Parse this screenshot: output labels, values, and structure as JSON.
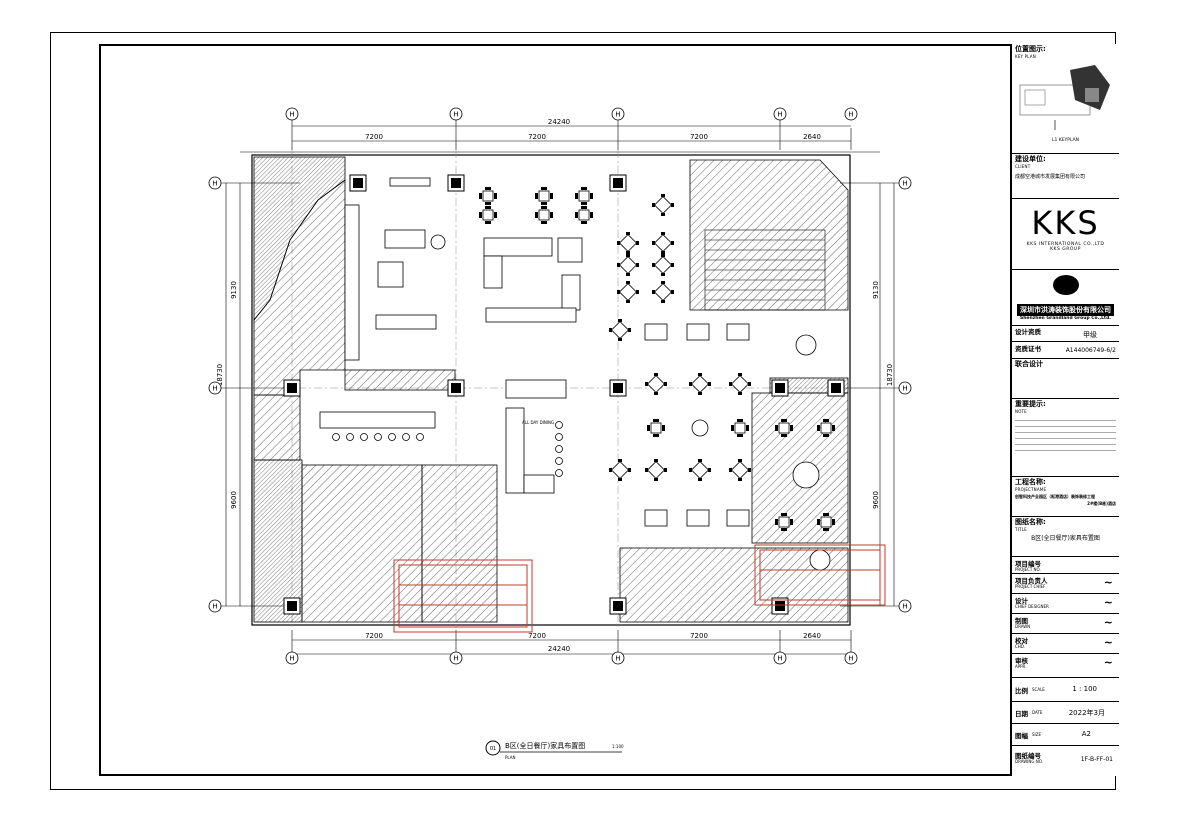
{
  "drawing": {
    "title": "B区(全日餐厅)家具布置图",
    "plan_label": "PLAN",
    "scale_note": "1:100",
    "dims_top": [
      "7200",
      "7200",
      "7200",
      "2640"
    ],
    "dims_bottom": [
      "7200",
      "7200",
      "7200",
      "2640"
    ],
    "total_width": "24240",
    "dims_left": [
      "9130",
      "9600"
    ],
    "dims_right": [
      "9130",
      "9600"
    ],
    "total_height_left": "18730",
    "total_height_right": "18730",
    "zone_label": "ALL DAY DINING"
  },
  "titleblock": {
    "key_plan_cn": "位置图示:",
    "key_plan_en": "KEY PLAN",
    "key_plan_caption": "L1 KEYPLAN",
    "client_cn": "建设单位:",
    "client_en": "CLIENT",
    "client_name": "成都空港城市发展集团有限公司",
    "kks_logo": "KKS",
    "kks_name": "KKS INTERNATIONAL CO.,LTD",
    "kks_group": "KKS GROUP",
    "gl_cn": "深圳市洪涛装饰股份有限公司",
    "gl_en": "Shenzhen Grandland Group Co.,Ltd.",
    "qual_label": "设计资质",
    "qual_value": "甲级",
    "cert_label": "资质证书",
    "cert_value": "A144006749-6/2",
    "joint_label": "联合设计",
    "notice_cn": "重要提示:",
    "notice_en": "NOTE",
    "project_cn": "工程名称:",
    "project_en": "PROJECTNAME",
    "project_name": "创智科技产业园区（枢港酒店）装饰装修工程",
    "project_sub": "2#楼(B栋)酒店",
    "title_cn": "图纸名称:",
    "title_en": "TITLE",
    "title_value": "B区(全日餐厅)家具布置图",
    "rows": [
      {
        "cn": "项目编号",
        "en": "PROJECT NO.",
        "val": ""
      },
      {
        "cn": "项目负责人",
        "en": "PROJECT CHIEF",
        "val": ""
      },
      {
        "cn": "设计",
        "en": "CHIEF DESIGNER",
        "val": ""
      },
      {
        "cn": "制图",
        "en": "DRAWN",
        "val": ""
      },
      {
        "cn": "校对",
        "en": "CHD.",
        "val": ""
      },
      {
        "cn": "审核",
        "en": "APPR.",
        "val": ""
      }
    ],
    "scale_cn": "比例",
    "scale_en": "SCALE",
    "scale_val": "1 : 100",
    "date_cn": "日期",
    "date_en": "DATE",
    "date_val": "2022年3月",
    "size_cn": "图幅",
    "size_en": "SIZE",
    "size_val": "A2",
    "dwgno_cn": "图纸编号",
    "dwgno_en": "DRAWING NO.",
    "dwgno_val": "1F-B-FF-01"
  }
}
